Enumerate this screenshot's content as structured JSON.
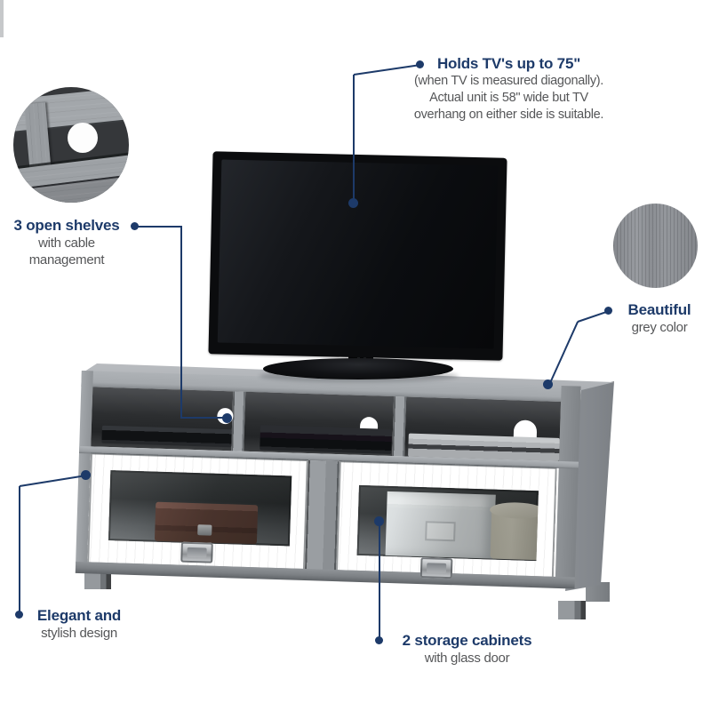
{
  "colors": {
    "accent_navy": "#1d3a69",
    "text_grey": "#555658",
    "wood_grey": "#9ba0a4"
  },
  "callouts": {
    "tv_size": {
      "title": "Holds TV's up to 75\"",
      "lines": [
        "(when TV is measured diagonally).",
        "Actual unit is 58\" wide but TV",
        "overhang on either side is suitable."
      ]
    },
    "open_shelves": {
      "title": "3 open shelves",
      "lines": [
        "with cable",
        "management"
      ]
    },
    "grey_color": {
      "title": "Beautiful",
      "lines": [
        "grey color"
      ]
    },
    "design": {
      "title": "Elegant and",
      "lines": [
        "stylish design"
      ]
    },
    "storage": {
      "title": "2 storage cabinets",
      "lines": [
        "with glass door"
      ]
    }
  }
}
